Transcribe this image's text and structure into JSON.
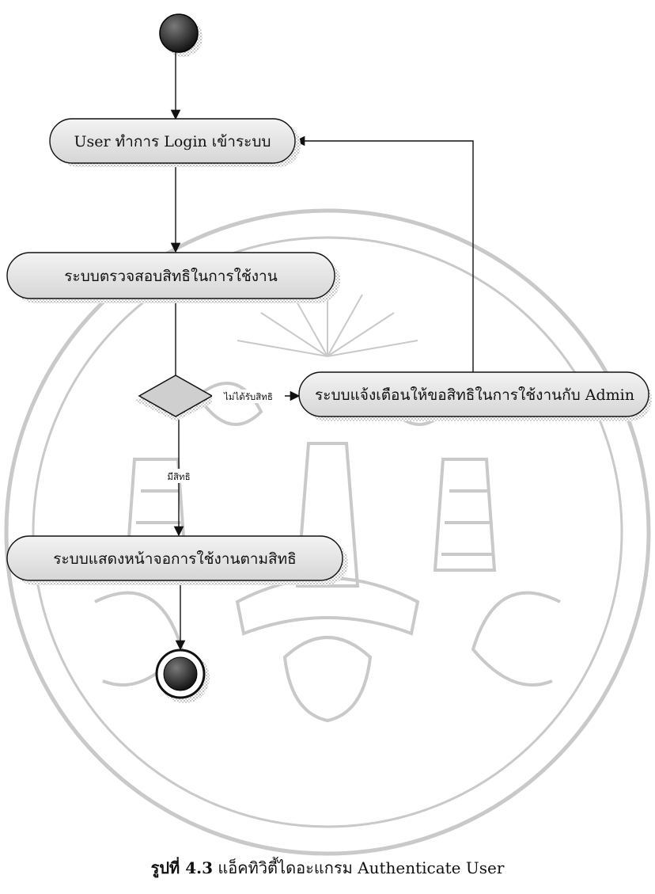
{
  "diagram": {
    "activities": {
      "login": "User ทำการ Login เข้าระบบ",
      "check": "ระบบตรวจสอบสิทธิในการใช้งาน",
      "warn": "ระบบแจ้งเตือนให้ขอสิทธิในการใช้งานกับ Admin",
      "show": "ระบบแสดงหน้าจอการใช้งานตามสิทธิ"
    },
    "guards": {
      "denied": "ไม่ได้รับสิทธิ",
      "granted": "มีสิทธิ"
    }
  },
  "caption": {
    "label": "รูปที่ 4.3",
    "text": "แอ็คทิวิตี้ไดอะแกรม Authenticate User"
  },
  "colors": {
    "activity_fill": "#e4e4e4",
    "line": "#111111",
    "shadow": "#bdbdbd",
    "watermark": "#c9c9c9"
  }
}
